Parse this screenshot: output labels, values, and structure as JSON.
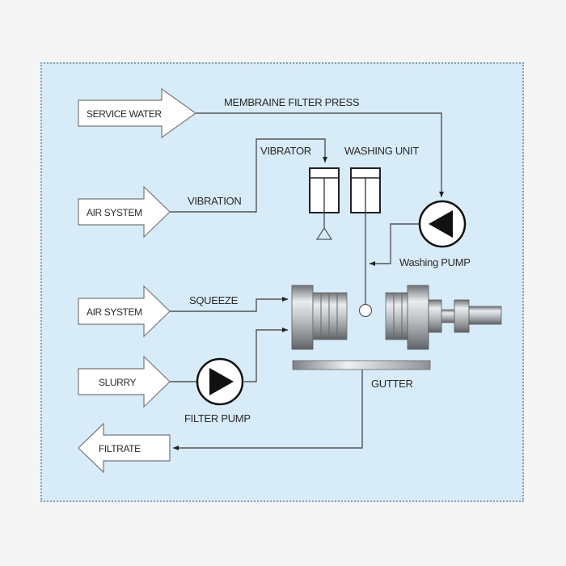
{
  "diagram": {
    "title": "MEMBRAINE FILTER PRESS",
    "inputs": [
      {
        "id": "service-water",
        "label": "SERVICE WATER",
        "direction": "in"
      },
      {
        "id": "air-system-vibration",
        "label": "AIR SYSTEM",
        "direction": "in"
      },
      {
        "id": "air-system-squeeze",
        "label": "AIR SYSTEM",
        "direction": "in"
      },
      {
        "id": "slurry",
        "label": "SLURRY",
        "direction": "in"
      },
      {
        "id": "filtrate",
        "label": "FILTRATE",
        "direction": "out"
      }
    ],
    "labels": {
      "vibration": "VIBRATION",
      "vibrator": "VIBRATOR",
      "washing_unit": "WASHING UNIT",
      "washing_pump": "Washing PUMP",
      "squeeze": "SQUEEZE",
      "filter_pump": "FILTER PUMP",
      "gutter": "GUTTER"
    },
    "colors": {
      "background": "#d7ebf8",
      "page": "#f5f5f5",
      "line": "#555555",
      "arrow_fill": "#ffffff"
    }
  }
}
